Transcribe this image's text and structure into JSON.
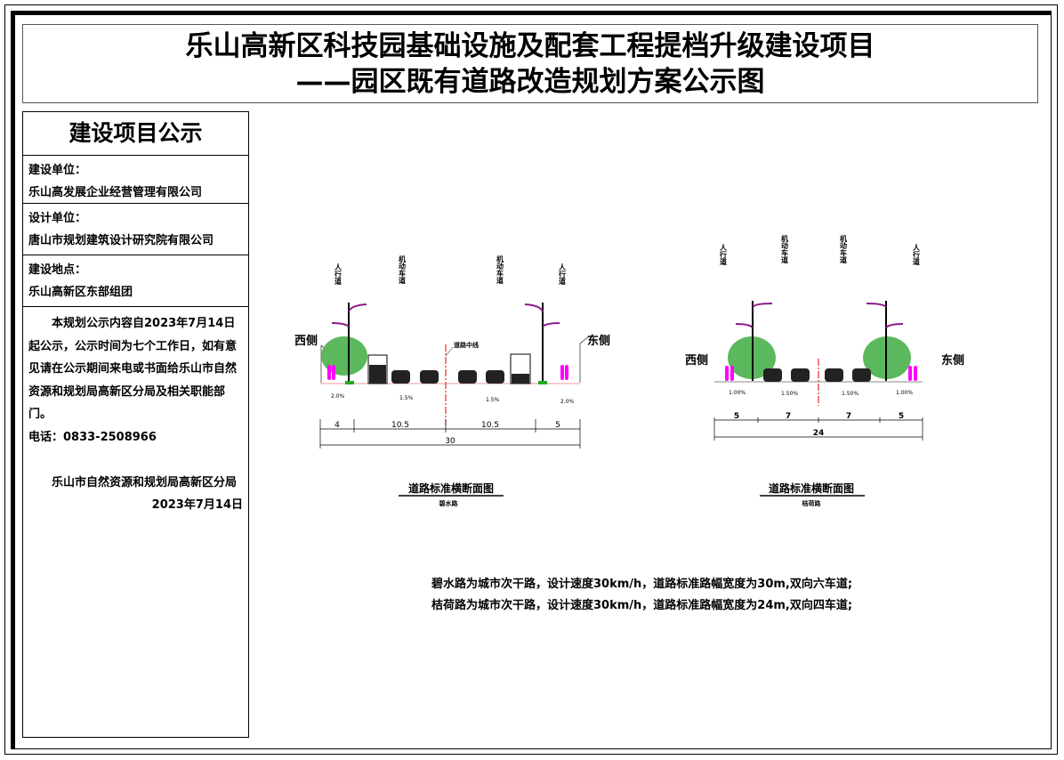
{
  "title": {
    "line1": "乐山高新区科技园基础设施及配套工程提档升级建设项目",
    "line2": "——园区既有道路改造规划方案公示图"
  },
  "panel": {
    "heading": "建设项目公示",
    "builder_label": "建设单位：",
    "builder": "乐山高发展企业经营管理有限公司",
    "designer_label": "设计单位：",
    "designer": "唐山市规划建筑设计研究院有限公司",
    "location_label": "建设地点：",
    "location": "乐山高新区东部组团",
    "notice": "本规划公示内容自2023年7月14日起公示，公示时间为七个工作日，如有意见请在公示期间来电或书面给乐山市自然资源和规划局高新区分局及相关职能部门。",
    "phone": "电话：0833-2508966",
    "issuer": "乐山市自然资源和规划局高新区分局",
    "date": "2023年7月14日"
  },
  "section1": {
    "lanes": [
      "人行道",
      "机动车道",
      "机动车道",
      "人行道"
    ],
    "west": "西侧",
    "east": "东侧",
    "centerline": "道路中线",
    "slopes": [
      "2.0%",
      "1.5%",
      "1.5%",
      "2.0%"
    ],
    "widths": [
      "4",
      "10.5",
      "10.5",
      "5"
    ],
    "total": "30",
    "caption": "道路标准横断面图",
    "road": "碧水路"
  },
  "section2": {
    "lanes": [
      "人行道",
      "机动车道",
      "机动车道",
      "人行道"
    ],
    "west": "西侧",
    "east": "东侧",
    "slopes": [
      "1.00%",
      "1.50%",
      "1.50%",
      "1.00%"
    ],
    "widths": [
      "5",
      "7",
      "7",
      "5"
    ],
    "total": "24",
    "caption": "道路标准横断面图",
    "road": "桔荷路"
  },
  "notes": [
    "碧水路为城市次干路，设计速度30km/h，道路标准路幅宽度为30m,双向六车道;",
    "桔荷路为城市次干路，设计速度30km/h，道路标准路幅宽度为24m,双向四车道;"
  ],
  "colors": {
    "tree": "#5cb85c",
    "pedestrian": "#ff00ff",
    "centerline": "#e00000",
    "lamp": "#8b1a8b"
  }
}
